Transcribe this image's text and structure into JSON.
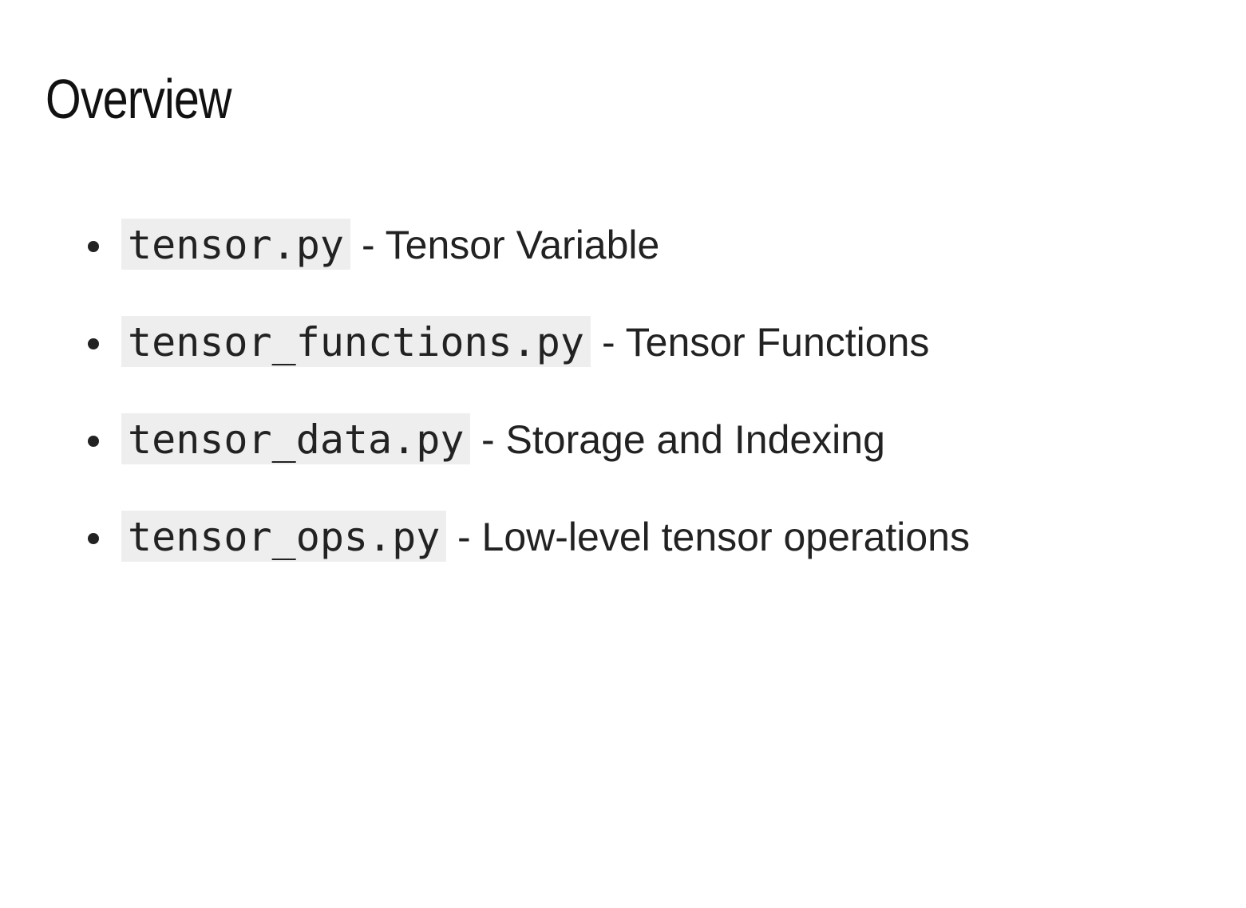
{
  "title": "Overview",
  "items": [
    {
      "code": "tensor.py",
      "description": "- Tensor Variable"
    },
    {
      "code": "tensor_functions.py",
      "description": "- Tensor Functions"
    },
    {
      "code": "tensor_data.py",
      "description": "- Storage and Indexing"
    },
    {
      "code": "tensor_ops.py",
      "description": "- Low-level tensor operations"
    }
  ]
}
